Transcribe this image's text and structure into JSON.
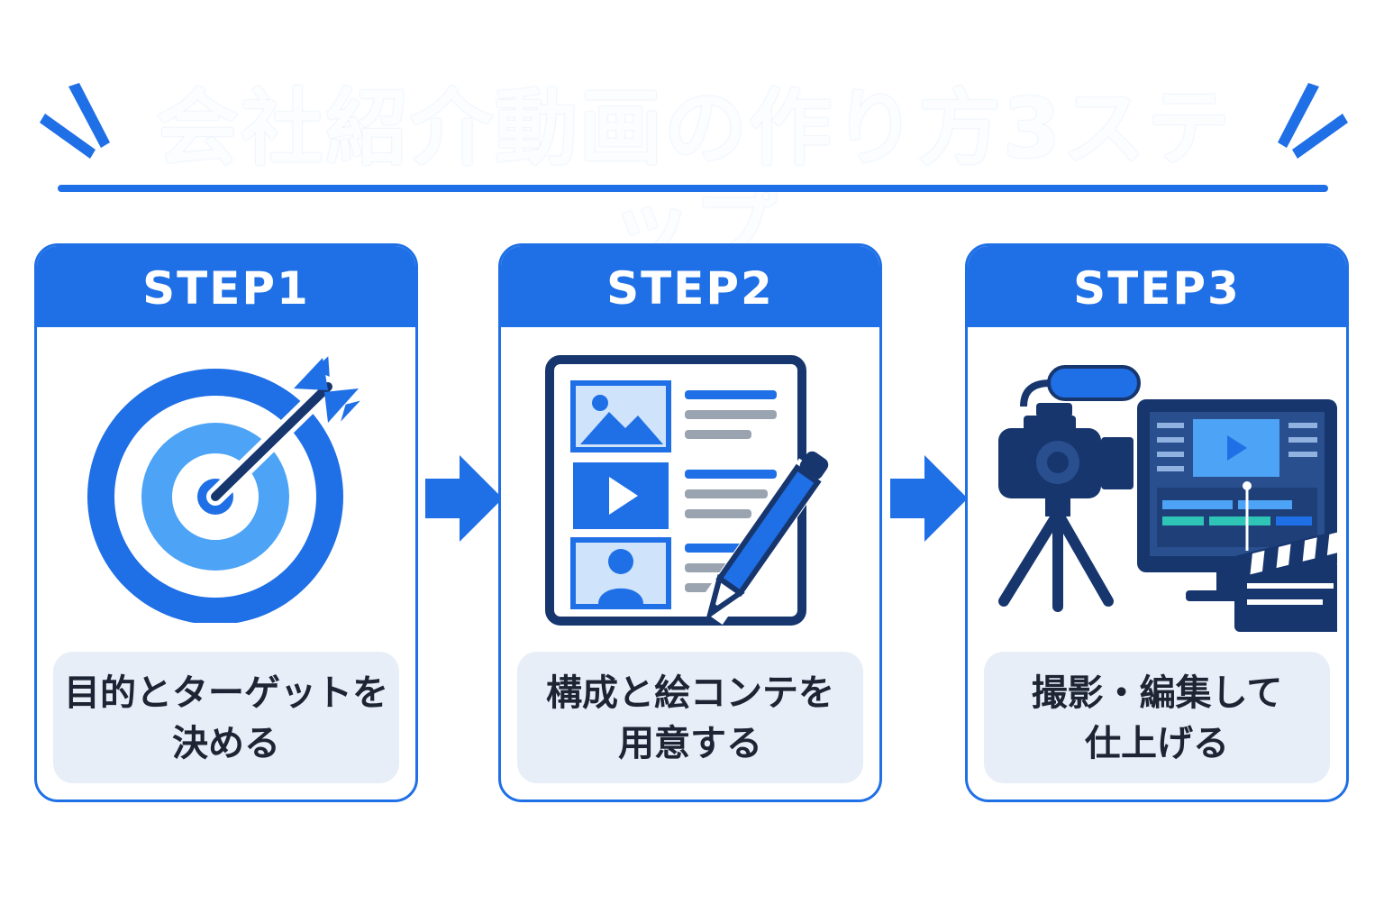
{
  "title": "会社紹介動画の作り方3ステップ",
  "colors": {
    "accent": "#1f6fe6",
    "navy": "#17366e",
    "light_blue": "#4da3f5",
    "label_bg": "#e7eef8"
  },
  "steps": [
    {
      "header": "STEP1",
      "icon": "target-arrow-icon",
      "label_lines": [
        "目的とターゲットを",
        "決める"
      ]
    },
    {
      "header": "STEP2",
      "icon": "storyboard-pencil-icon",
      "label_lines": [
        "構成と絵コンテを",
        "用意する"
      ]
    },
    {
      "header": "STEP3",
      "icon": "camera-editing-clapper-icon",
      "label_lines": [
        "撮影・編集して",
        "仕上げる"
      ]
    }
  ],
  "connectors": [
    {
      "icon": "right-arrow-icon"
    },
    {
      "icon": "right-arrow-icon"
    }
  ]
}
